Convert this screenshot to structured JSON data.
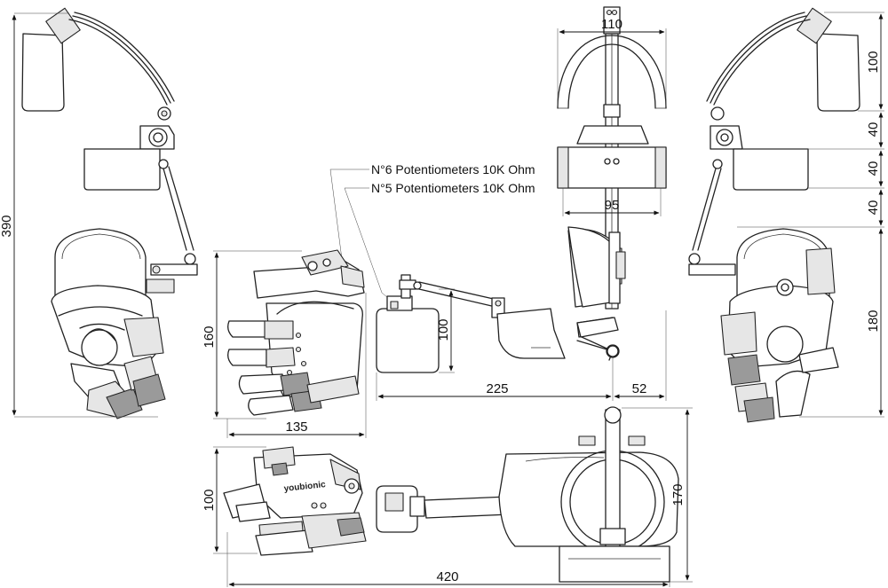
{
  "dimensions": {
    "overall_height": "390",
    "top_width": "110",
    "top_right_upper": "100",
    "right_seg_1": "40",
    "right_seg_2": "40",
    "right_seg_3": "40",
    "right_lower": "180",
    "bracket_width": "95",
    "hand_height": "160",
    "hand_width": "135",
    "arm_height": "100",
    "arm_reach": "225",
    "wrist_offset": "52",
    "bottom_hand_height": "100",
    "bottom_total_height": "170",
    "overall_length": "420"
  },
  "annotations": {
    "potentiometers_6": "N°6 Potentiometers 10K Ohm",
    "potentiometers_5": "N°5 Potentiometers 10K Ohm"
  },
  "branding": {
    "logo": "youbionic"
  }
}
